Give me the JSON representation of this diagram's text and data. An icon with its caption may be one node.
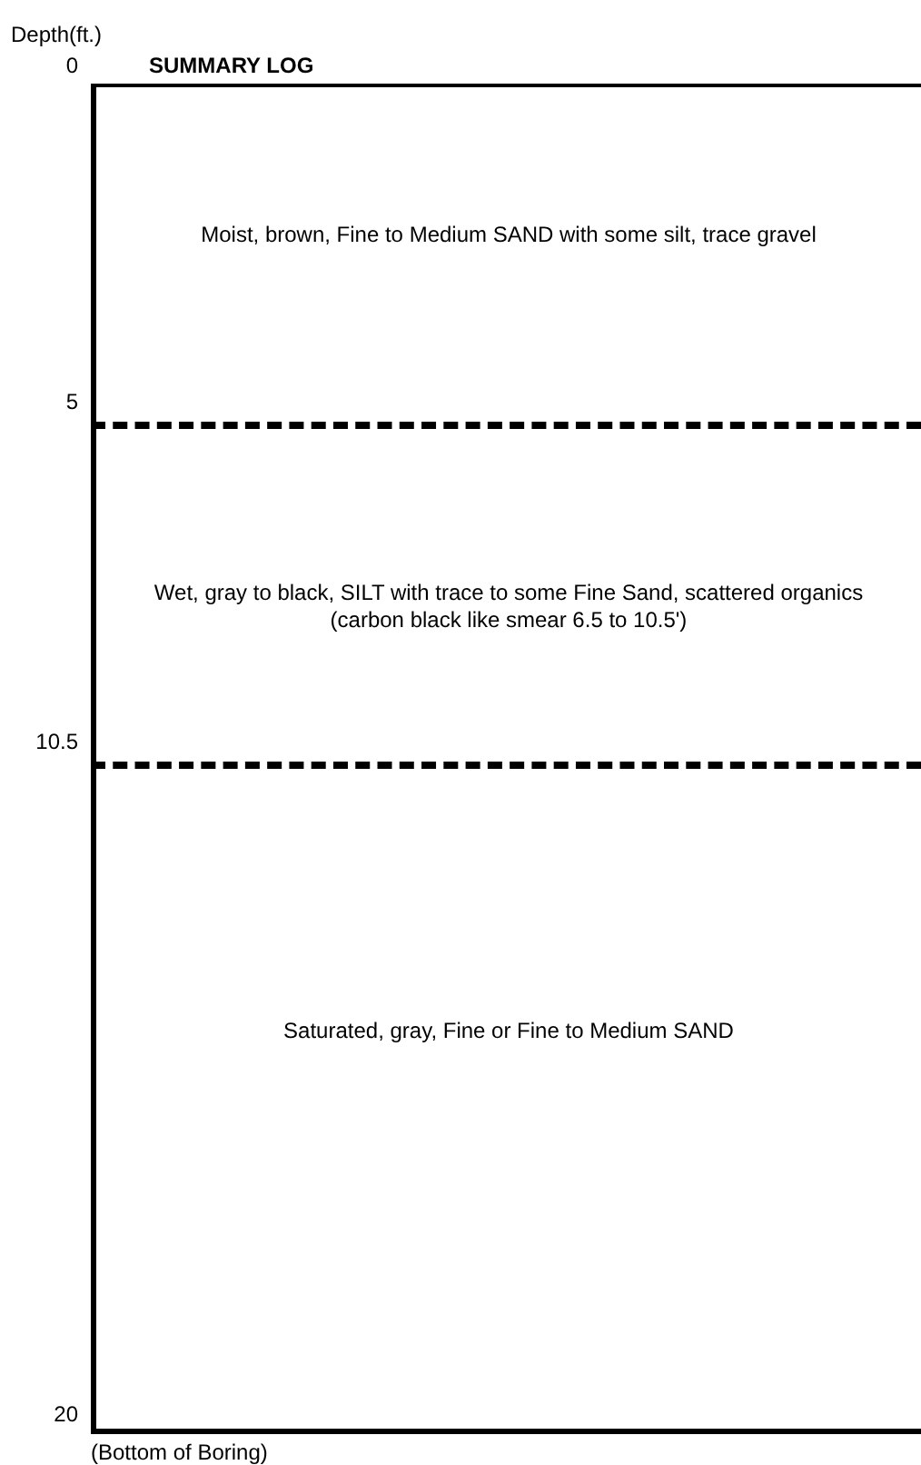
{
  "diagram": {
    "title": "SUMMARY LOG",
    "nodes": [
      {
        "text": [
          "Moist, brown, Fine to Medium SAND with some silt, trace gravel"
        ]
      },
      {
        "text": [
          "Wet, gray to black, SILT with trace to some Fine Sand, scattered organics (carbon black like smear 6.5 to 10.5')"
        ]
      },
      {
        "text": [
          "Saturated, gray, Fine or Fine to Medium SAND"
        ]
      }
    ],
    "labels": [
      "Depth(ft.)",
      "0",
      "5",
      "10.5",
      "20",
      "(Bottom of Boring)"
    ]
  }
}
